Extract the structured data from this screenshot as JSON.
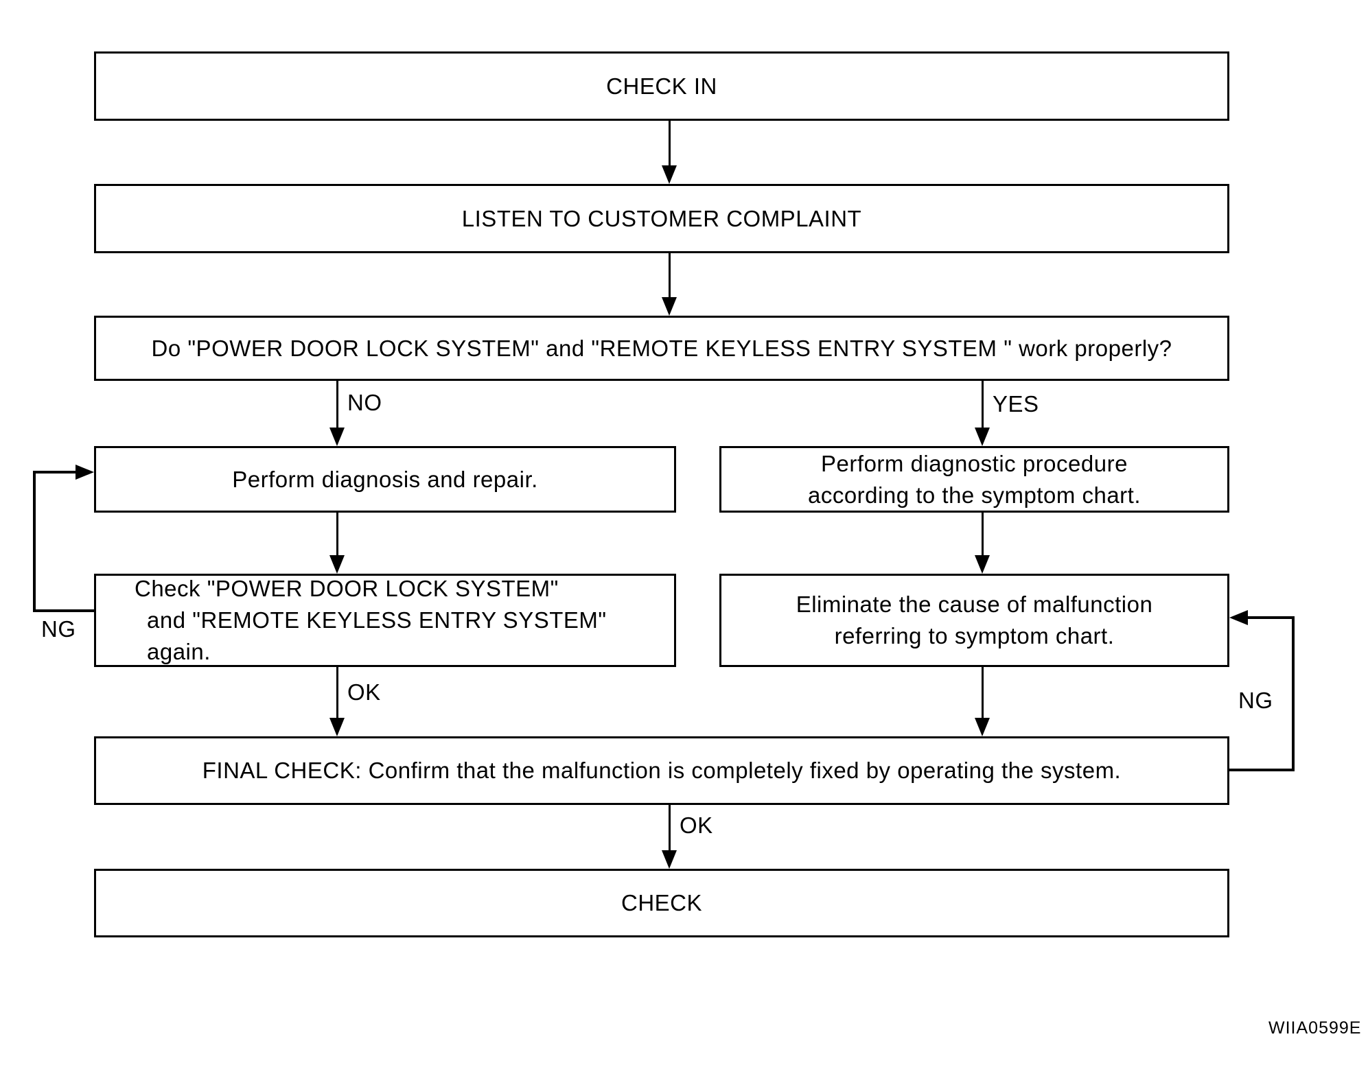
{
  "nodes": {
    "check_in": "CHECK IN",
    "listen": "LISTEN TO CUSTOMER COMPLAINT",
    "question": "Do \"POWER DOOR LOCK SYSTEM\" and \"REMOTE KEYLESS ENTRY SYSTEM \" work properly?",
    "perform_diagnosis": "Perform diagnosis and repair.",
    "perform_diagnostic": {
      "line1": "Perform diagnostic procedure",
      "line2": "according to the symptom chart."
    },
    "check_again": {
      "line1": "Check \"POWER DOOR LOCK SYSTEM\"",
      "line2": "and \"REMOTE KEYLESS ENTRY SYSTEM\" again."
    },
    "eliminate": {
      "line1": "Eliminate the cause of malfunction",
      "line2": "referring to symptom chart."
    },
    "final_check": "FINAL CHECK: Confirm that the malfunction is completely fixed by operating the system.",
    "check": "CHECK"
  },
  "edge_labels": {
    "no": "NO",
    "yes": "YES",
    "ok_after_check_again": "OK",
    "ok_after_final_check": "OK",
    "ng_left": "NG",
    "ng_right": "NG"
  },
  "figure_code": "WIIA0599E",
  "colors": {
    "line": "#000000",
    "background": "#ffffff"
  }
}
